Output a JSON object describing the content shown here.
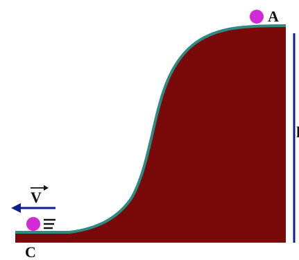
{
  "figure": {
    "labels": {
      "point_top": "A",
      "point_bottom": "C",
      "height_label": "h",
      "velocity_label": "V"
    },
    "colors": {
      "slope_fill": "#7a0a0a",
      "slope_outline": "#2e8b84",
      "ball": "#d12ad6",
      "height_line": "#0b1f8f",
      "velocity_arrow": "#0b1f8f",
      "ground": "#7a0a0a",
      "text": "#111111"
    },
    "icons": {
      "ball_top": "ball-icon",
      "ball_bottom": "ball-icon",
      "velocity_arrow": "arrow-left-icon",
      "motion_lines": "motion-lines-icon",
      "vector_arrow": "vector-arrow-icon"
    }
  }
}
